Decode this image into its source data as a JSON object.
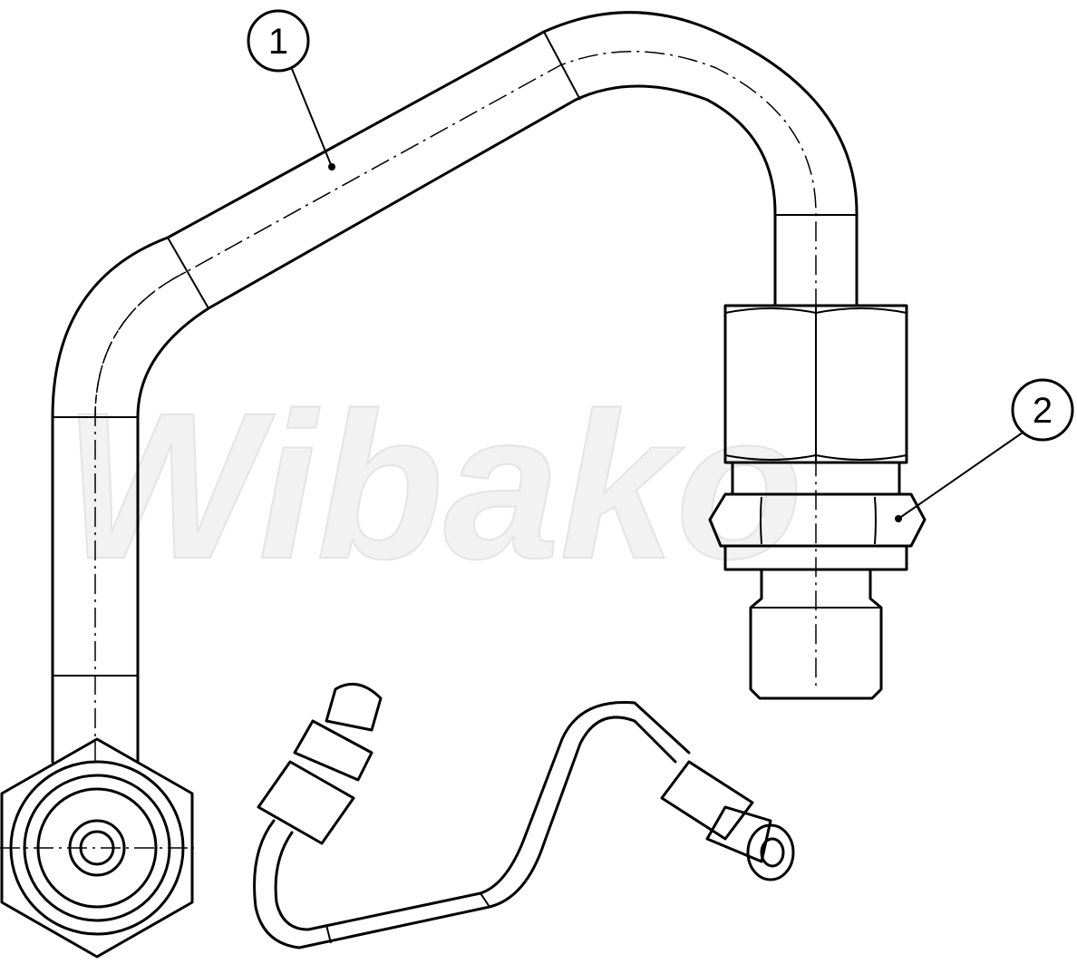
{
  "watermark": "Wibako",
  "balloons": [
    {
      "label": "1",
      "part": "pipe"
    },
    {
      "label": "2",
      "part": "fitting"
    }
  ]
}
